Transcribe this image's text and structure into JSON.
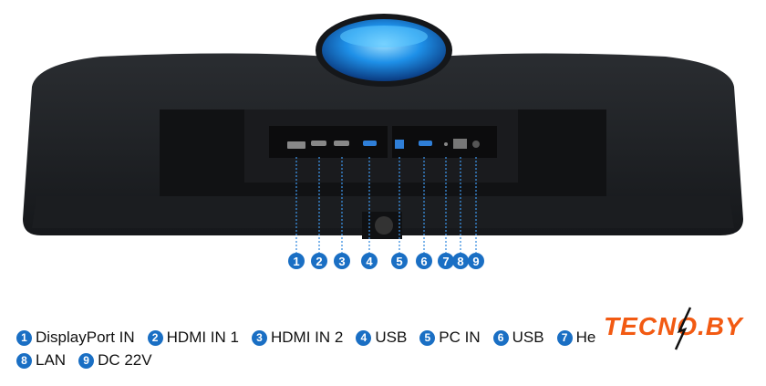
{
  "ports": [
    {
      "num": "1",
      "label": "DisplayPort IN"
    },
    {
      "num": "2",
      "label": "HDMI IN 1"
    },
    {
      "num": "3",
      "label": "HDMI IN 2"
    },
    {
      "num": "4",
      "label": "USB"
    },
    {
      "num": "5",
      "label": "PC IN"
    },
    {
      "num": "6",
      "label": "USB"
    },
    {
      "num": "7",
      "label": "Hea"
    },
    {
      "num": "8",
      "label": "LAN"
    },
    {
      "num": "9",
      "label": "DC 22V"
    }
  ],
  "logo": "TECNO.BY",
  "colors": {
    "badge": "#1a6fc4",
    "logo": "#f25a12",
    "stand": "#1e90e8"
  }
}
